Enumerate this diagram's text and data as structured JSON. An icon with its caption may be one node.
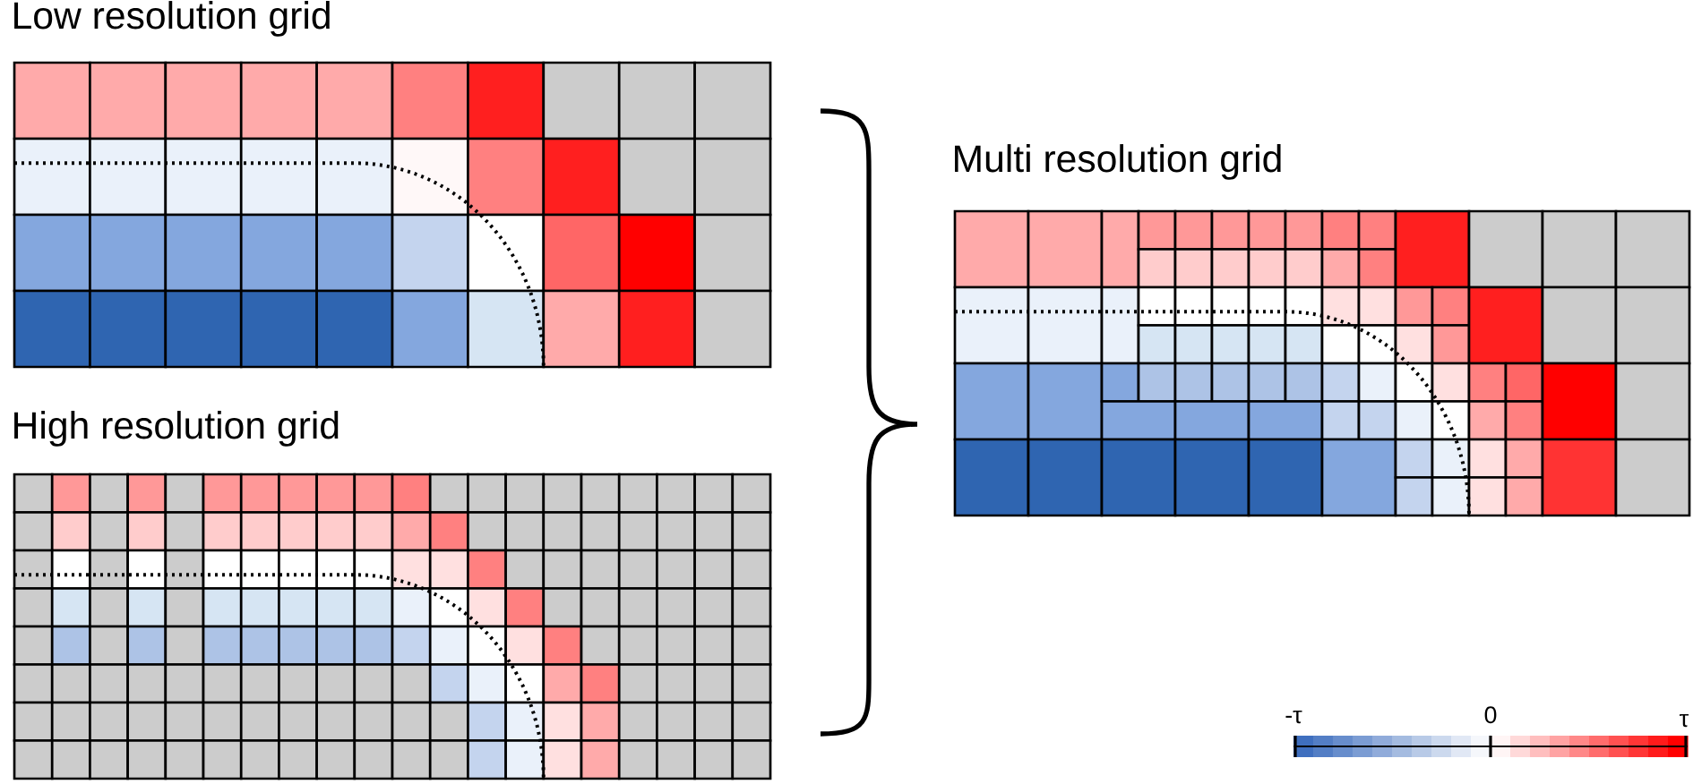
{
  "diagram": {
    "nodes": [
      {
        "text": [
          "Low resolution grid"
        ]
      },
      {
        "text": [
          "High resolution grid"
        ]
      },
      {
        "text": [
          "Multi resolution grid"
        ]
      }
    ],
    "labels": [
      "-τ",
      "0",
      "τ"
    ]
  }
}
